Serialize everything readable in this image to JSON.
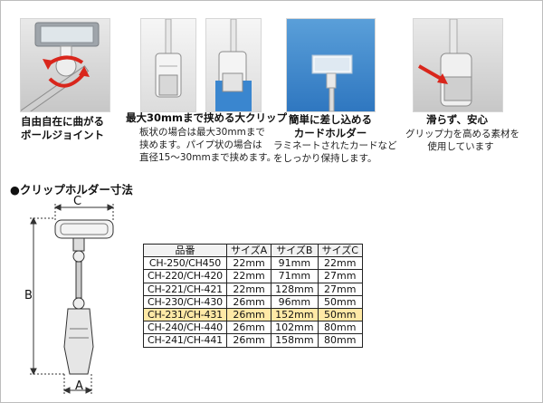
{
  "features": [
    {
      "title_lines": [
        "自由自在に曲がる",
        "ボールジョイント"
      ],
      "desc_lines": []
    },
    {
      "title_lines": [
        "最大30mmまで挟める大クリップ"
      ],
      "desc_lines": [
        "板状の場合は最大30mmまで",
        "挟めます。パイプ状の場合は",
        "直径15～30mmまで挟めます。"
      ]
    },
    {
      "title_lines": [
        "簡単に差し込める",
        "カードホルダー"
      ],
      "desc_lines": [
        "ラミネートされたカードなど",
        "をしっかり保持します。"
      ]
    },
    {
      "title_lines": [
        "滑らず、安心"
      ],
      "desc_lines": [
        "グリップ力を高める素材を",
        "使用しています"
      ]
    }
  ],
  "section_title": "●クリップホルダー寸法",
  "dimensions": {
    "a": "A",
    "b": "B",
    "c": "C"
  },
  "spec_table": {
    "headers": [
      "品番",
      "サイズA",
      "サイズB",
      "サイズC"
    ],
    "rows": [
      [
        "CH-250/CH450",
        "22mm",
        "91mm",
        "22mm"
      ],
      [
        "CH-220/CH-420",
        "22mm",
        "71mm",
        "27mm"
      ],
      [
        "CH-221/CH-421",
        "22mm",
        "128mm",
        "27mm"
      ],
      [
        "CH-230/CH-430",
        "26mm",
        "96mm",
        "50mm"
      ],
      [
        "CH-231/CH-431",
        "26mm",
        "152mm",
        "50mm"
      ],
      [
        "CH-240/CH-440",
        "26mm",
        "102mm",
        "80mm"
      ],
      [
        "CH-241/CH-441",
        "26mm",
        "158mm",
        "80mm"
      ]
    ],
    "highlight_row": 4,
    "highlight_color": "#ffe9a6"
  },
  "colors": {
    "arrow_red": "#d9261c",
    "card_blue": "#3a86cf"
  }
}
